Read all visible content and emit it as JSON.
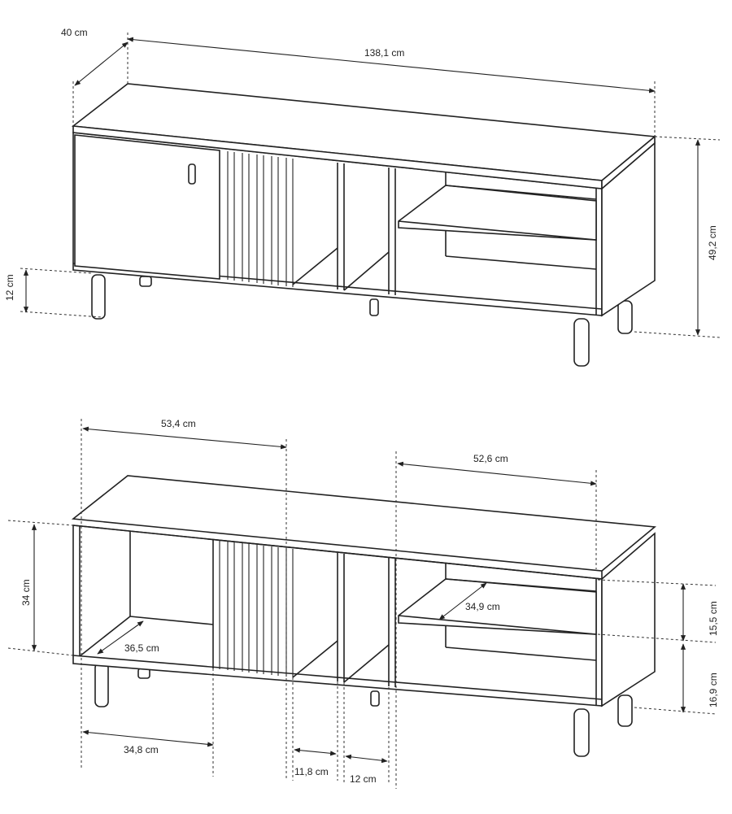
{
  "top_view": {
    "depth": "40 cm",
    "width": "138,1 cm",
    "height": "49,2 cm",
    "leg_height": "12 cm"
  },
  "bottom_view": {
    "left_compartment_width": "53,4 cm",
    "right_compartment_width": "52,6 cm",
    "inner_height": "34 cm",
    "left_inner_depth": "36,5 cm",
    "shelf_depth": "34,9 cm",
    "upper_shelf_height": "15,5 cm",
    "lower_shelf_height": "16,9 cm",
    "left_opening_width": "34,8 cm",
    "middle_compartment_width": "11,8 cm",
    "second_middle_compartment_width": "12 cm"
  }
}
